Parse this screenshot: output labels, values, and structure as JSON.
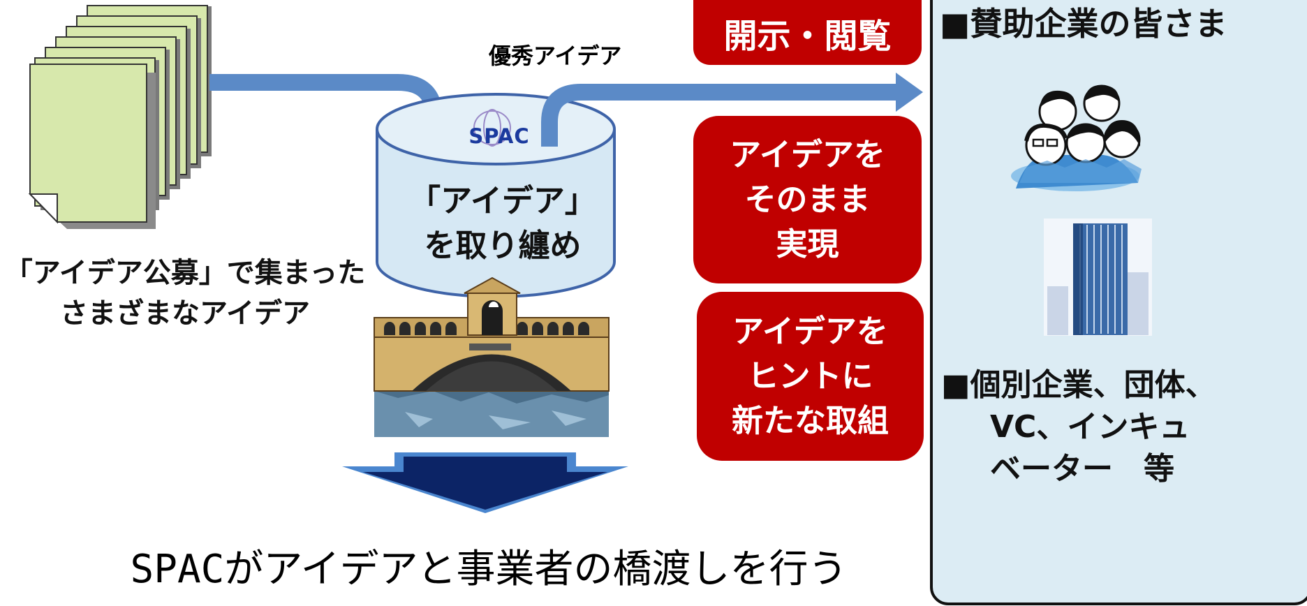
{
  "ideas": {
    "caption_line1": "「アイデア公募」で集まった",
    "caption_line2": "さまざまなアイデア"
  },
  "flow": {
    "top_arrow_label": "優秀アイデア"
  },
  "database": {
    "logo_text": "SPAC",
    "label_line1": "「アイデア」",
    "label_line2": "を取り纏め"
  },
  "actions": {
    "disclose": "開示・閲覧",
    "realize": "アイデアを\nそのまま\n実現",
    "hint": "アイデアを\nヒントに\n新たな取組"
  },
  "recipients": {
    "sponsors": "■賛助企業の皆さま",
    "others_line1": "■個別企業、団体、",
    "others_line2": "VC、インキュ",
    "others_line3": "ベーター　等"
  },
  "bottom_caption": "SPACがアイデアと事業者の橋渡しを行う",
  "colors": {
    "red_box": "#c00000",
    "arrow_blue": "#5b8ac7",
    "panel_bg": "#dcecf4",
    "paper_green": "#d7e8ac",
    "db_fill": "#d6e8f4",
    "down_arrow_fill": "#0c2466",
    "down_arrow_edge": "#4a86cf"
  },
  "icons": [
    "document-stack-icon",
    "database-cylinder-icon",
    "bridge-illustration",
    "people-group-icon",
    "office-building-icon",
    "down-arrow-icon"
  ]
}
